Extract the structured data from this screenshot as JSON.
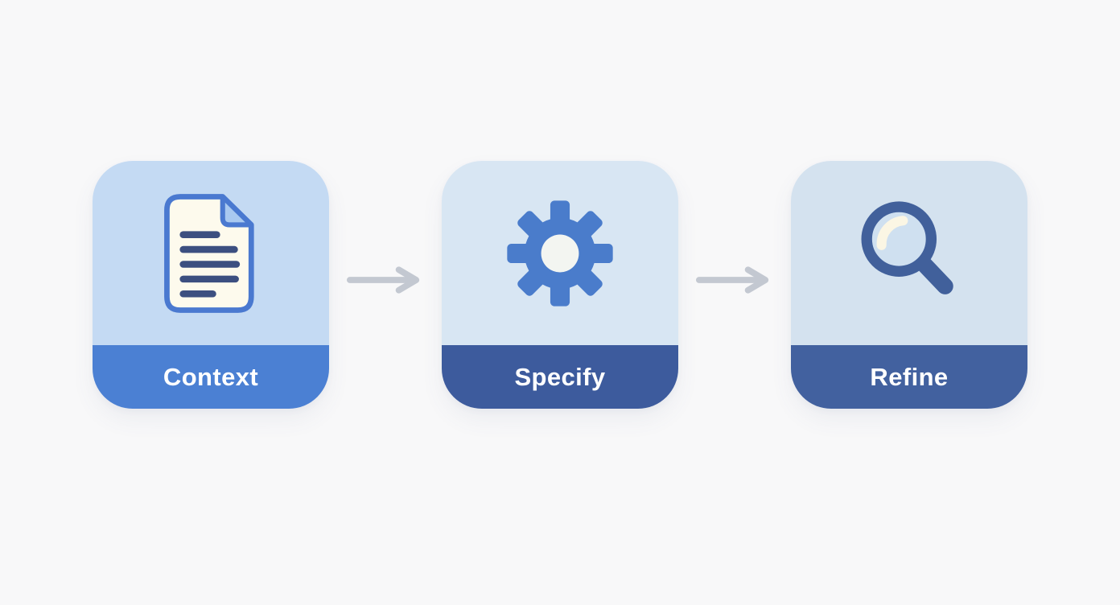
{
  "diagram": {
    "type": "flow",
    "background_color": "#f8f8f9",
    "arrow_color": "#c3c8d1",
    "steps": [
      {
        "label": "Context",
        "icon": "document-icon",
        "panel_color": "#c4daf3",
        "band_color": "#4b80d3",
        "label_color": "#ffffff",
        "icon_colors": {
          "paper_fill": "#fdfaed",
          "outline": "#4a79d0",
          "text_lines": "#3c4f80",
          "folded_corner": "#a9c9f0"
        }
      },
      {
        "label": "Specify",
        "icon": "gear-icon",
        "panel_color": "#d8e6f3",
        "band_color": "#3d5b9d",
        "label_color": "#ffffff",
        "icon_colors": {
          "gear_fill": "#4a7ccb",
          "hub_fill": "#f3f5f1"
        }
      },
      {
        "label": "Refine",
        "icon": "magnifier-icon",
        "panel_color": "#d4e2ef",
        "band_color": "#42619f",
        "label_color": "#ffffff",
        "icon_colors": {
          "ring": "#41609b",
          "lens_fill": "#cfe0f0",
          "highlight": "#fbf6e4",
          "handle": "#41609b"
        }
      }
    ],
    "connectors": [
      {
        "from": "Context",
        "to": "Specify",
        "glyph": "right-arrow"
      },
      {
        "from": "Specify",
        "to": "Refine",
        "glyph": "right-arrow"
      }
    ]
  }
}
